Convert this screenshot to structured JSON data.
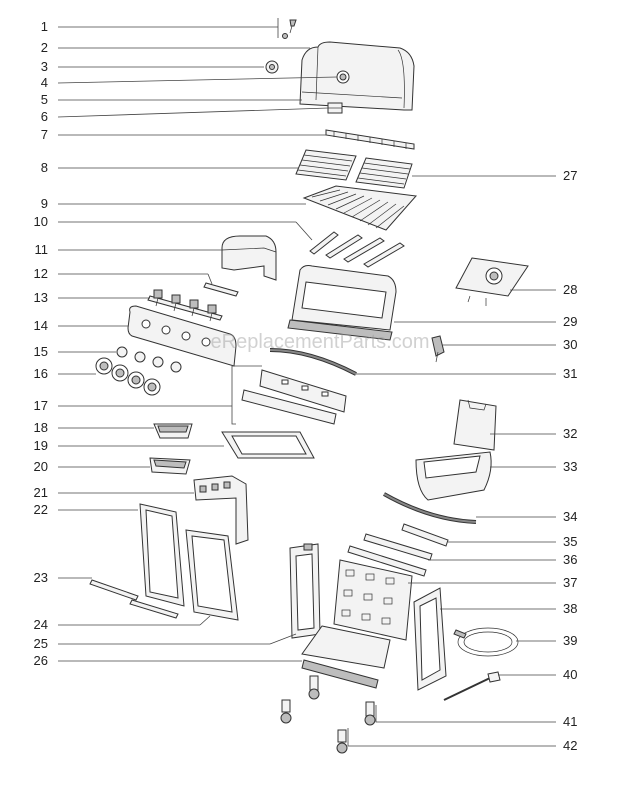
{
  "watermark": "eReplacementParts.com",
  "callouts": [
    "1",
    "2",
    "3",
    "4",
    "5",
    "6",
    "7",
    "8",
    "9",
    "10",
    "11",
    "12",
    "13",
    "14",
    "15",
    "16",
    "17",
    "18",
    "19",
    "20",
    "21",
    "22",
    "23",
    "24",
    "25",
    "26",
    "27",
    "28",
    "29",
    "30",
    "31",
    "32",
    "33",
    "34",
    "35",
    "36",
    "37",
    "38",
    "39",
    "40",
    "41",
    "42"
  ]
}
